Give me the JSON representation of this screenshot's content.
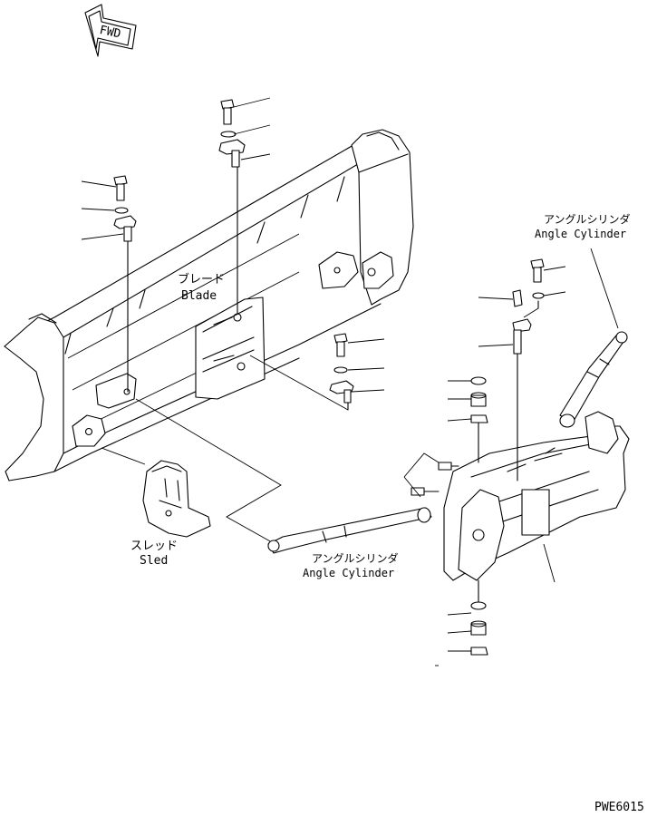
{
  "labels": {
    "fwd": "FWD",
    "blade_jp": "ブレード",
    "blade_en": "Blade",
    "sled_jp": "スレッド",
    "sled_en": "Sled",
    "angle_cyl_top_jp": "アングルシリンダ",
    "angle_cyl_top_en": "Angle Cylinder",
    "angle_cyl_bottom_jp": "アングルシリンダ",
    "angle_cyl_bottom_en": "Angle Cylinder",
    "drawing_code": "PWE6015"
  }
}
